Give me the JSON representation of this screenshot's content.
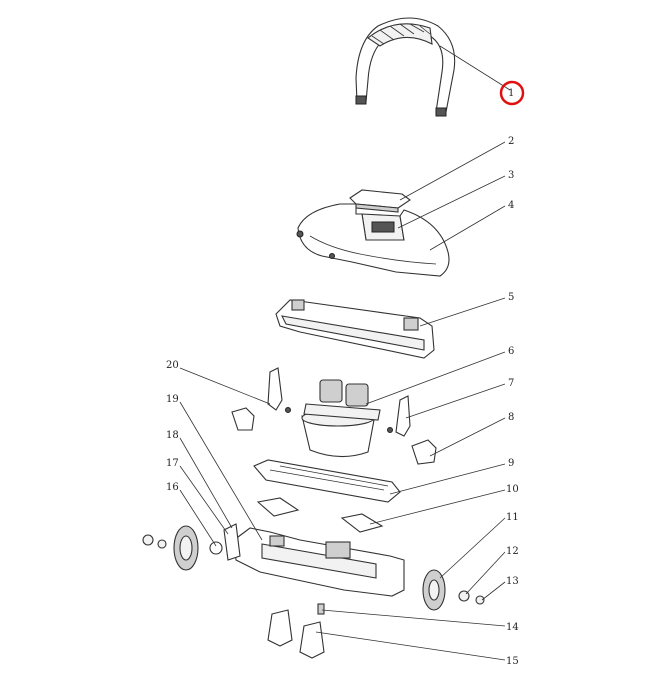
{
  "diagram": {
    "callouts": [
      "1",
      "2",
      "3",
      "4",
      "5",
      "6",
      "7",
      "8",
      "9",
      "10",
      "11",
      "12",
      "13",
      "14",
      "15",
      "16",
      "17",
      "18",
      "19",
      "20"
    ],
    "highlighted_callout": "1",
    "highlight_color": "#e01010"
  }
}
